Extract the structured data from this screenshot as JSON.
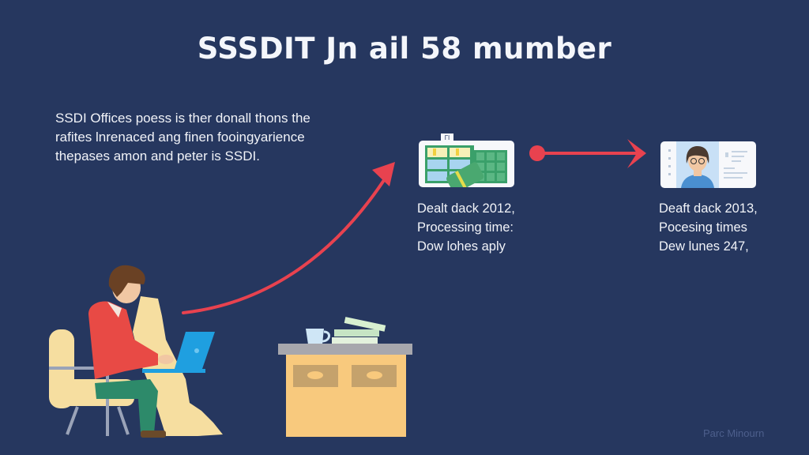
{
  "header": {
    "title": "SSSDIT Jn ail 58 mumber"
  },
  "intro": {
    "lines": [
      "SSDI Offices poess is ther donall thons the",
      "rafites lnrenaced ang finen fooingyarience",
      "thepases amon and peter is SSDI."
    ]
  },
  "steps": [
    {
      "icon": "calendar-money-icon",
      "badge": "ГІ",
      "lines": [
        "Dealt dack 2012,",
        "Processing time:",
        "Dow lohes aply"
      ]
    },
    {
      "icon": "id-card-icon",
      "lines": [
        "Deaft dack 2013,",
        "Pocesing times",
        "Dew lunes 247,"
      ]
    }
  ],
  "illustration": {
    "person": "person-at-laptop",
    "desk_items": [
      "coffee-mug",
      "book-stack"
    ]
  },
  "colors": {
    "background": "#26375f",
    "accent_arrow": "#e8424f",
    "text": "#f1f3f8",
    "sweater": "#e84a45",
    "chair": "#f6dea0",
    "desk": "#f8c97d",
    "laptop": "#1f9fe0"
  },
  "footer": {
    "watermark": "Parc Minourn"
  }
}
